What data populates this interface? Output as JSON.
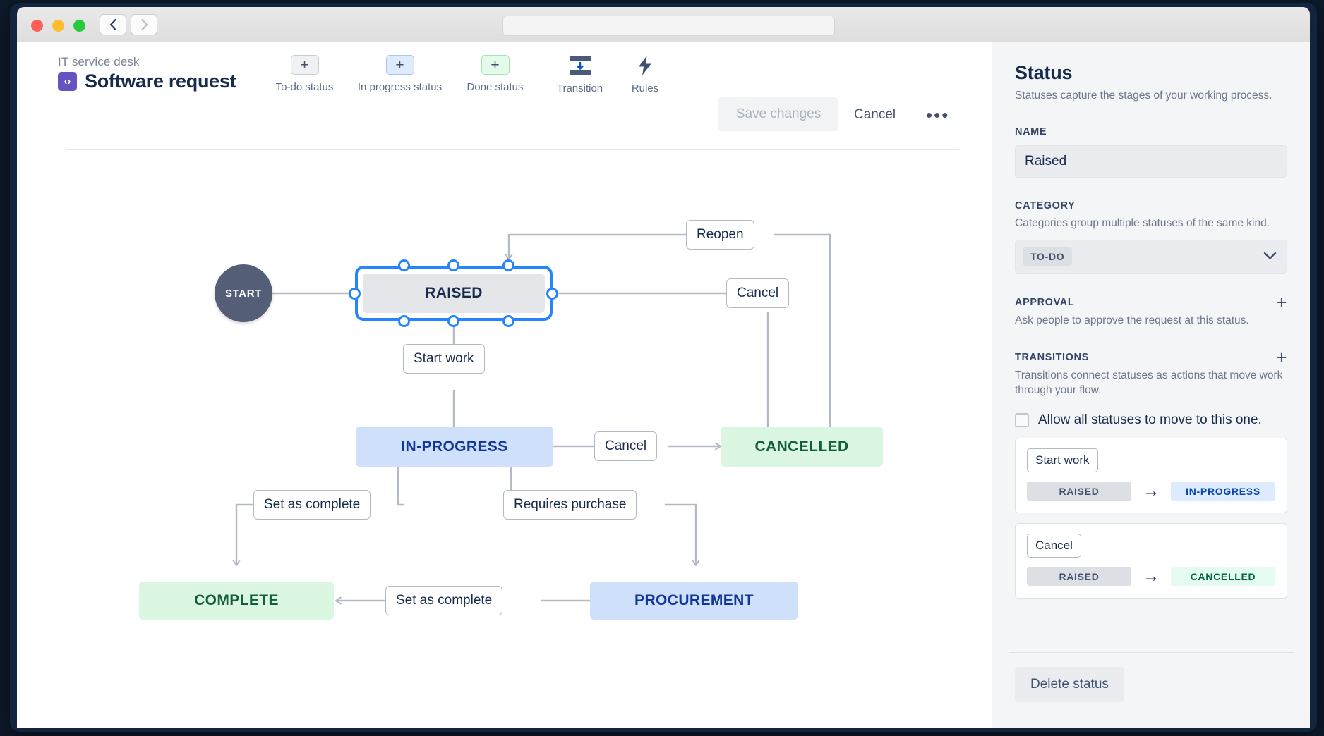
{
  "window": {
    "traffic_lights": [
      "close",
      "minimize",
      "maximize"
    ],
    "back_label": "‹",
    "forward_label": "›",
    "address_value": ""
  },
  "header": {
    "breadcrumb": "IT service desk",
    "project_icon_glyph": "‹›",
    "project_title": "Software request",
    "tools": [
      {
        "name": "todo-status",
        "plus": "+",
        "label": "To-do status",
        "variant": "todo"
      },
      {
        "name": "in-progress-status",
        "plus": "+",
        "label": "In progress status",
        "variant": "inprog"
      },
      {
        "name": "done-status",
        "plus": "+",
        "label": "Done status",
        "variant": "done"
      },
      {
        "name": "transition",
        "label": "Transition",
        "icon": "transition-icon"
      },
      {
        "name": "rules",
        "label": "Rules",
        "icon": "lightning-bolt-icon"
      }
    ],
    "save_label": "Save changes",
    "cancel_label": "Cancel",
    "more_label": "•••"
  },
  "diagram": {
    "start_label": "START",
    "nodes": [
      {
        "id": "raised",
        "label": "RAISED",
        "category": "gray",
        "selected": true
      },
      {
        "id": "in-progress",
        "label": "IN-PROGRESS",
        "category": "blue",
        "selected": false
      },
      {
        "id": "cancelled",
        "label": "CANCELLED",
        "category": "green",
        "selected": false
      },
      {
        "id": "complete",
        "label": "COMPLETE",
        "category": "green",
        "selected": false
      },
      {
        "id": "procurement",
        "label": "PROCUREMENT",
        "category": "blue",
        "selected": false
      }
    ],
    "edge_labels": [
      {
        "id": "reopen",
        "label": "Reopen",
        "from": "cancelled",
        "to": "raised"
      },
      {
        "id": "cancel-raised",
        "label": "Cancel",
        "from": "raised",
        "to": "cancelled"
      },
      {
        "id": "start-work",
        "label": "Start work",
        "from": "raised",
        "to": "in-progress"
      },
      {
        "id": "cancel-inprogress",
        "label": "Cancel",
        "from": "in-progress",
        "to": "cancelled"
      },
      {
        "id": "set-complete-1",
        "label": "Set as complete",
        "from": "in-progress",
        "to": "complete"
      },
      {
        "id": "requires-purchase",
        "label": "Requires purchase",
        "from": "in-progress",
        "to": "procurement"
      },
      {
        "id": "set-complete-2",
        "label": "Set as complete",
        "from": "procurement",
        "to": "complete"
      }
    ]
  },
  "panel": {
    "title": "Status",
    "subtitle": "Statuses capture the stages of your working process.",
    "name_label": "NAME",
    "name_value": "Raised",
    "category_label": "CATEGORY",
    "category_help": "Categories group multiple statuses of the same kind.",
    "category_value": "TO-DO",
    "category_chevron": "⌄",
    "approval_label": "APPROVAL",
    "approval_add": "+",
    "approval_help": "Ask people to approve the request at this status.",
    "transitions_label": "TRANSITIONS",
    "transitions_add": "+",
    "transitions_help": "Transitions connect statuses as actions that move work through your flow.",
    "allow_all_label": "Allow all statuses to move to this one.",
    "allow_all_checked": false,
    "transitions": [
      {
        "name": "Start work",
        "from": "RAISED",
        "from_color": "gray",
        "arrow": "→",
        "to": "IN-PROGRESS",
        "to_color": "blue"
      },
      {
        "name": "Cancel",
        "from": "RAISED",
        "from_color": "gray",
        "arrow": "→",
        "to": "CANCELLED",
        "to_color": "green"
      }
    ],
    "delete_label": "Delete status"
  },
  "colors": {
    "accent_blue": "#2684ff",
    "todo_gray": "#e4e6ea",
    "inprogress_blue": "#cfe0fb",
    "done_green": "#dbf7e2",
    "text_dark": "#172b4d",
    "edge_gray": "#b3bac5",
    "panel_bg": "#f4f5f7"
  }
}
